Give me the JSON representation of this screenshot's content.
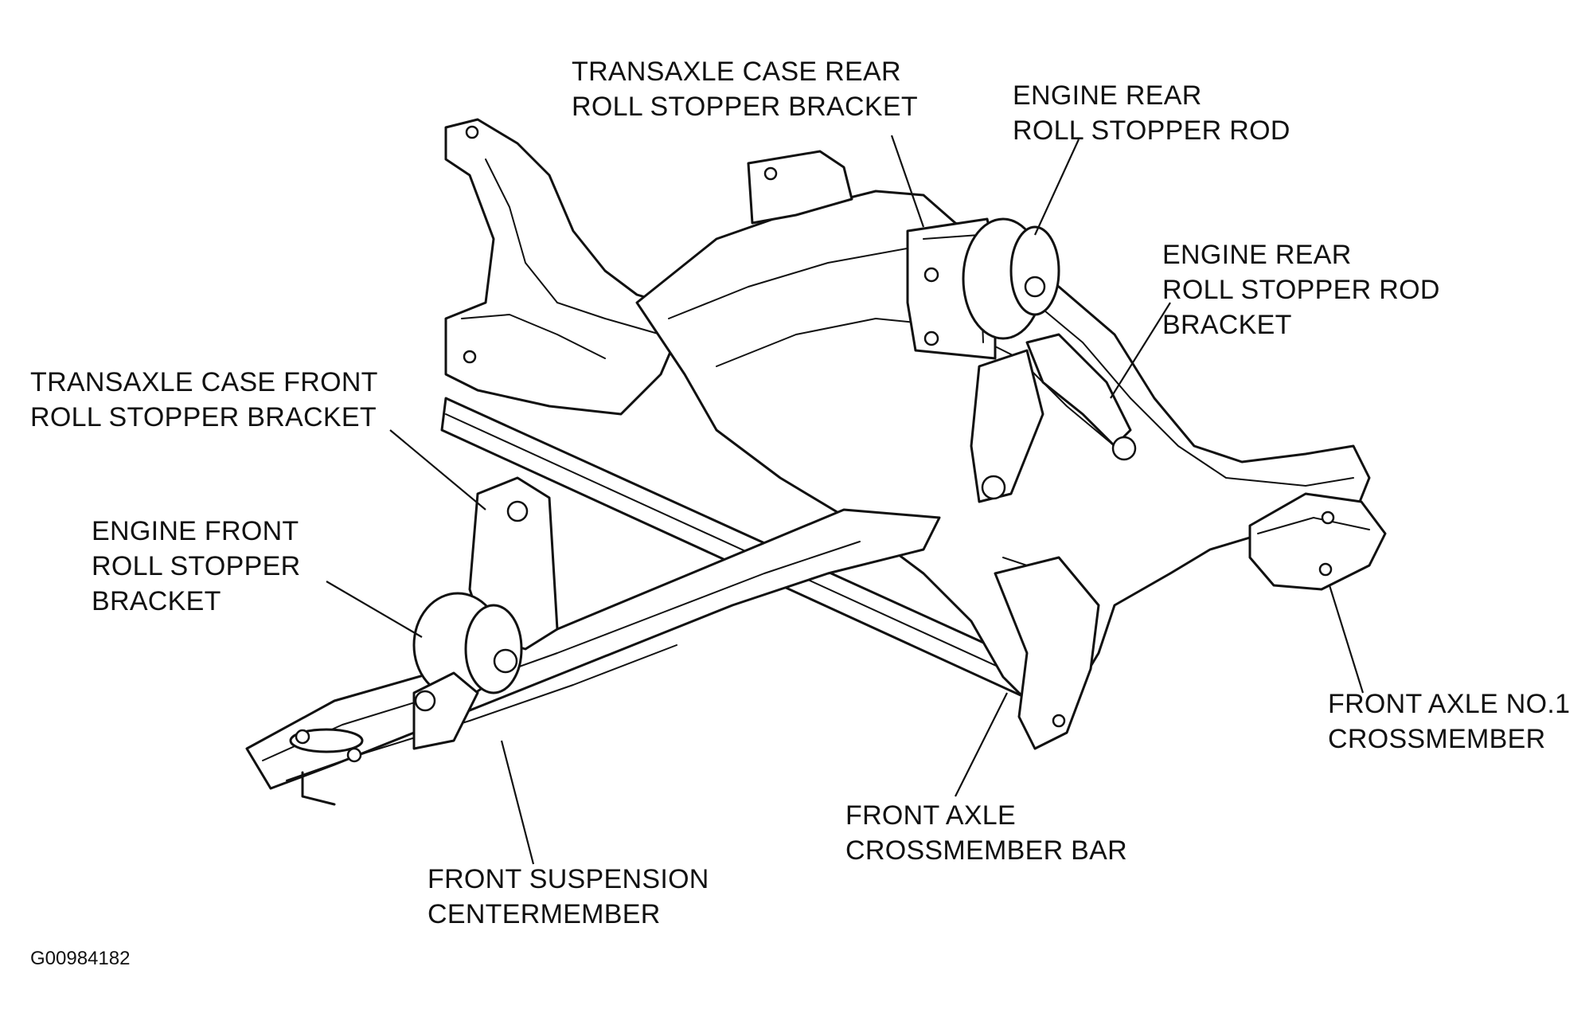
{
  "labels": {
    "transaxle_rear": [
      "TRANSAXLE CASE REAR",
      "ROLL STOPPER BRACKET"
    ],
    "engine_rear_rod": [
      "ENGINE REAR",
      "ROLL STOPPER ROD"
    ],
    "engine_rear_rod_bracket": [
      "ENGINE REAR",
      "ROLL STOPPER ROD",
      "BRACKET"
    ],
    "transaxle_front": [
      "TRANSAXLE CASE FRONT",
      "ROLL STOPPER BRACKET"
    ],
    "engine_front": [
      "ENGINE FRONT",
      "ROLL STOPPER",
      "BRACKET"
    ],
    "front_axle_no1": [
      "FRONT AXLE NO.1",
      "CROSSMEMBER"
    ],
    "front_axle_bar": [
      "FRONT AXLE",
      "CROSSMEMBER BAR"
    ],
    "front_suspension": [
      "FRONT SUSPENSION",
      "CENTERMEMBER"
    ]
  },
  "figure_id": "G00984182"
}
